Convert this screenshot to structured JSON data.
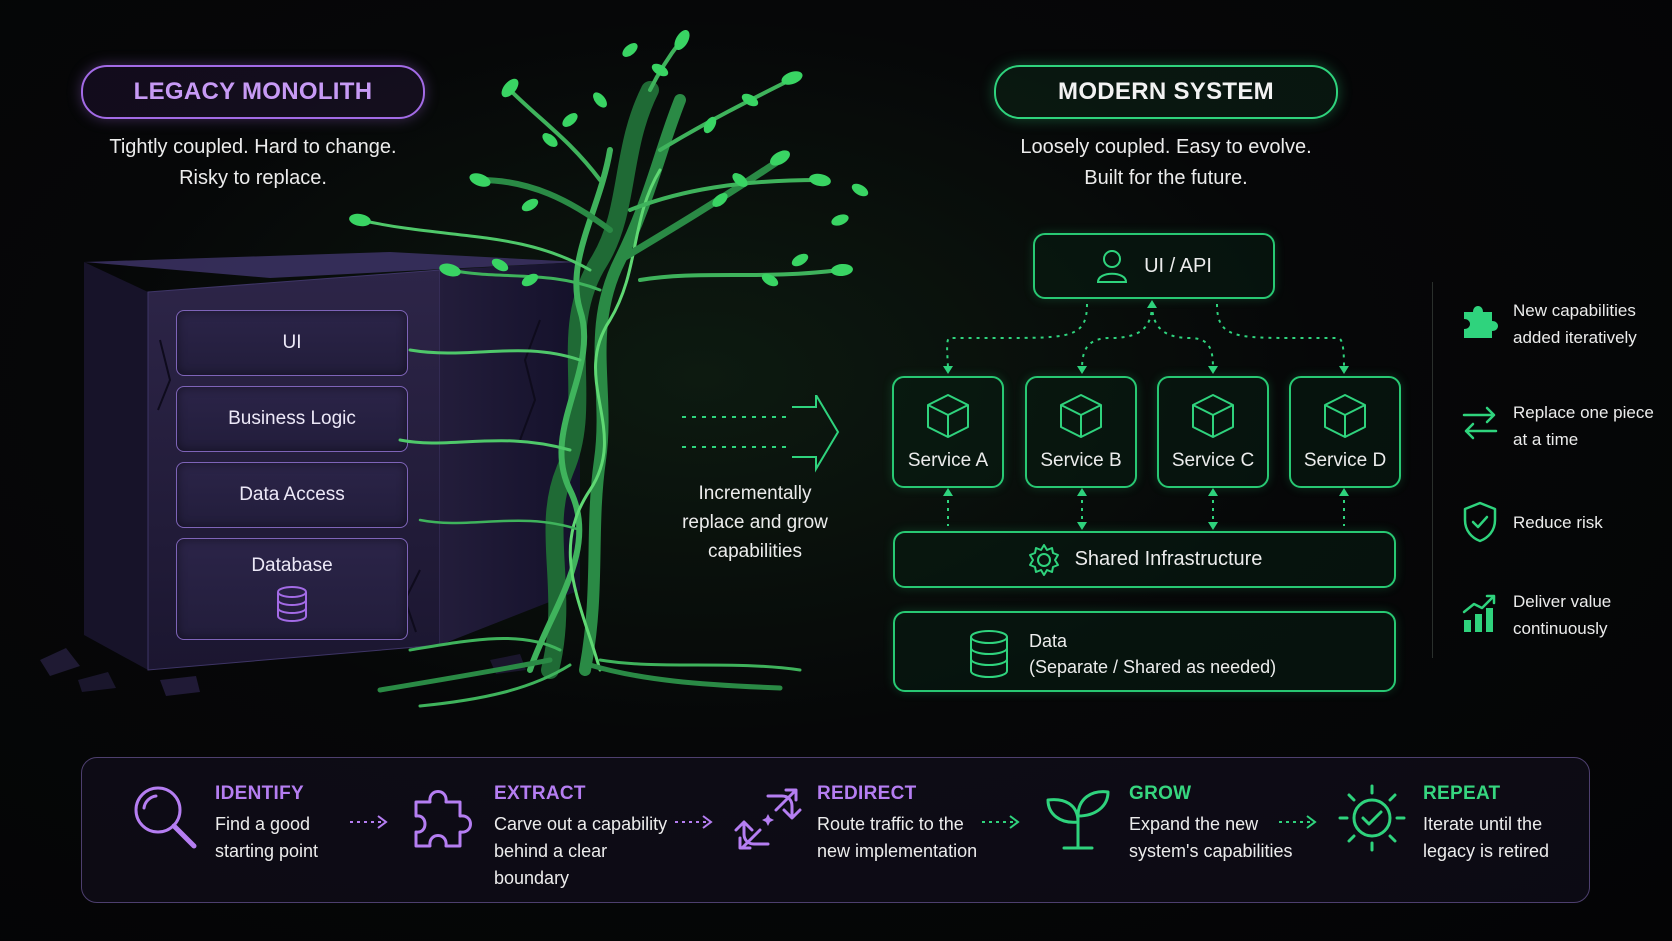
{
  "legacy": {
    "title": "LEGACY MONOLITH",
    "subtitle_line1": "Tightly coupled. Hard to change.",
    "subtitle_line2": "Risky to replace.",
    "layers": [
      "UI",
      "Business Logic",
      "Data Access",
      "Database"
    ]
  },
  "transition": {
    "line1": "Incrementally",
    "line2": "replace and grow",
    "line3": "capabilities"
  },
  "modern": {
    "title": "MODERN SYSTEM",
    "subtitle_line1": "Loosely coupled. Easy to evolve.",
    "subtitle_line2": "Built for the future.",
    "ui_api": "UI / API",
    "services": [
      "Service A",
      "Service B",
      "Service C",
      "Service D"
    ],
    "infrastructure": "Shared Infrastructure",
    "data_title": "Data",
    "data_subtitle": "(Separate / Shared as needed)"
  },
  "benefits": [
    {
      "icon": "puzzle-icon",
      "line1": "New capabilities",
      "line2": "added iteratively"
    },
    {
      "icon": "swap-arrows-icon",
      "line1": "Replace one piece",
      "line2": "at a time"
    },
    {
      "icon": "shield-check-icon",
      "line1": "Reduce risk",
      "line2": ""
    },
    {
      "icon": "growth-chart-icon",
      "line1": "Deliver value",
      "line2": "continuously"
    }
  ],
  "steps": [
    {
      "icon": "magnifier-icon",
      "title": "IDENTIFY",
      "line1": "Find a good",
      "line2": "starting point",
      "line3": ""
    },
    {
      "icon": "puzzle-outline-icon",
      "title": "EXTRACT",
      "line1": "Carve out a capability",
      "line2": "behind a clear",
      "line3": "boundary"
    },
    {
      "icon": "redirect-icon",
      "title": "REDIRECT",
      "line1": "Route traffic to the",
      "line2": "new implementation",
      "line3": ""
    },
    {
      "icon": "sprout-icon",
      "title": "GROW",
      "line1": "Expand the new",
      "line2": "system's capabilities",
      "line3": ""
    },
    {
      "icon": "sun-check-icon",
      "title": "REPEAT",
      "line1": "Iterate until the",
      "line2": "legacy is retired",
      "line3": ""
    }
  ],
  "colors": {
    "purple": "#b57ef2",
    "green": "#2fd37d",
    "background": "#050507"
  }
}
